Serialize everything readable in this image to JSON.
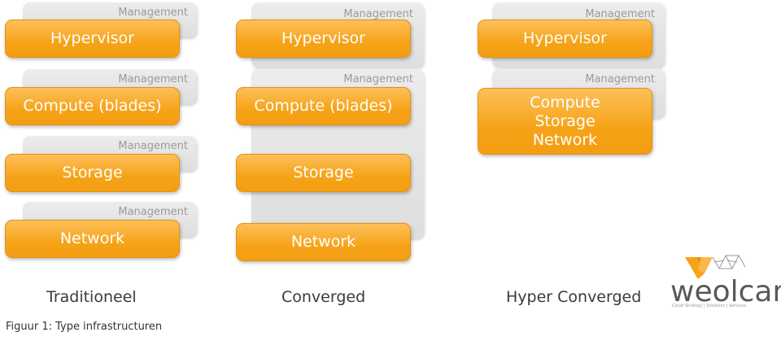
{
  "management_label": "Management",
  "columns": [
    {
      "title": "Traditioneel",
      "layers": [
        "Hypervisor",
        "Compute (blades)",
        "Storage",
        "Network"
      ]
    },
    {
      "title": "Converged",
      "layers": [
        "Hypervisor",
        "Compute (blades)",
        "Storage",
        "Network"
      ]
    },
    {
      "title": "Hyper Converged",
      "layers": [
        "Hypervisor"
      ],
      "combined_layer": [
        "Compute",
        "Storage",
        "Network"
      ]
    }
  ],
  "caption": "Figuur 1: Type infrastructuren",
  "logo": {
    "name": "weolcan.",
    "tagline": "Cloud Strategy | Solutions | Services",
    "colors": {
      "orange": "#f6a318",
      "gray": "#585858"
    }
  },
  "colors": {
    "box": "#f6a318",
    "box_text": "#ffffff",
    "management": "#e6e6e6",
    "management_text": "#9a9a9a"
  }
}
